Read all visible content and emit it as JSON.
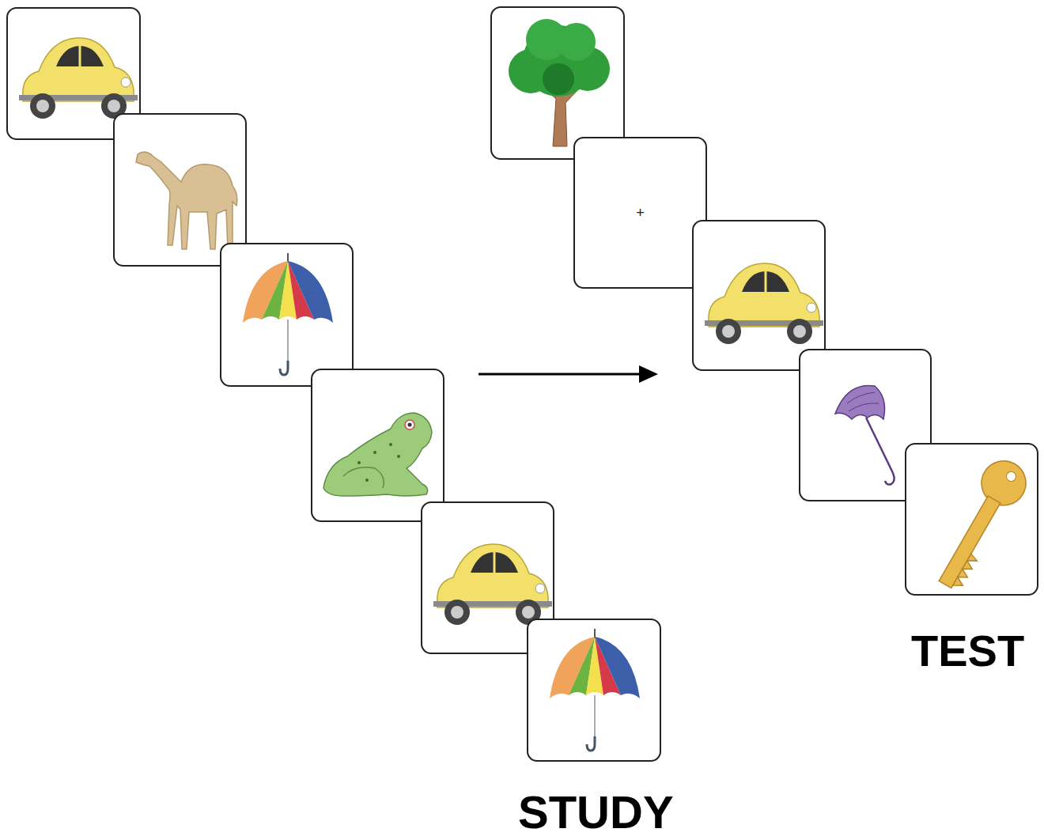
{
  "diagram": {
    "nodes": [
      {
        "text": [
          "+"
        ]
      }
    ],
    "labels": [
      "STUDY",
      "TEST"
    ]
  }
}
